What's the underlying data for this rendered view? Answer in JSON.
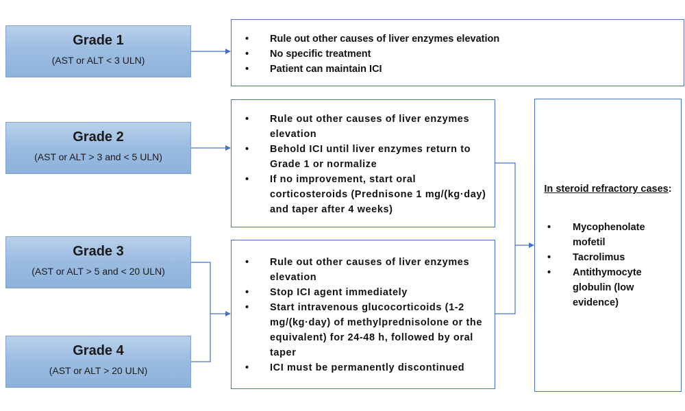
{
  "grades": [
    {
      "title": "Grade 1",
      "subtitle": "(AST or ALT < 3 ULN)"
    },
    {
      "title": "Grade 2",
      "subtitle": "(AST or ALT > 3 and < 5 ULN)"
    },
    {
      "title": "Grade 3",
      "subtitle": "(AST or ALT > 5 and < 20 ULN)"
    },
    {
      "title": "Grade 4",
      "subtitle": "(AST or ALT > 20 ULN)"
    }
  ],
  "bullet": "•",
  "grade1_box": {
    "items": [
      "Rule out other causes of liver enzymes elevation",
      "No specific treatment",
      "Patient can maintain ICI"
    ]
  },
  "grade2_box": {
    "items": [
      "Rule out other causes of liver enzymes elevation",
      "Behold ICI until liver enzymes return to Grade 1 or normalize",
      "If no improvement, start oral corticosteroids (Prednisone 1 mg/(kg·day) and taper after 4 weeks)"
    ]
  },
  "grade34_box": {
    "items": [
      "Rule out other causes of liver enzymes elevation",
      "Stop ICI agent immediately",
      "Start intravenous glucocorticoids (1-2 mg/(kg·day) of methylprednisolone or the equivalent) for 24-48 h, followed by oral taper",
      "ICI must be permanently discontinued"
    ]
  },
  "refractory_box": {
    "heading": "In steroid refractory cases",
    "heading_suffix": ":",
    "items": [
      "Mycophenolate mofetil",
      "Tacrolimus",
      "Antithymocyte globulin (low evidence)"
    ]
  },
  "colors": {
    "connector": "#4472c4",
    "grade_fill": "#9dbde2",
    "box_border": "#4472c4"
  }
}
